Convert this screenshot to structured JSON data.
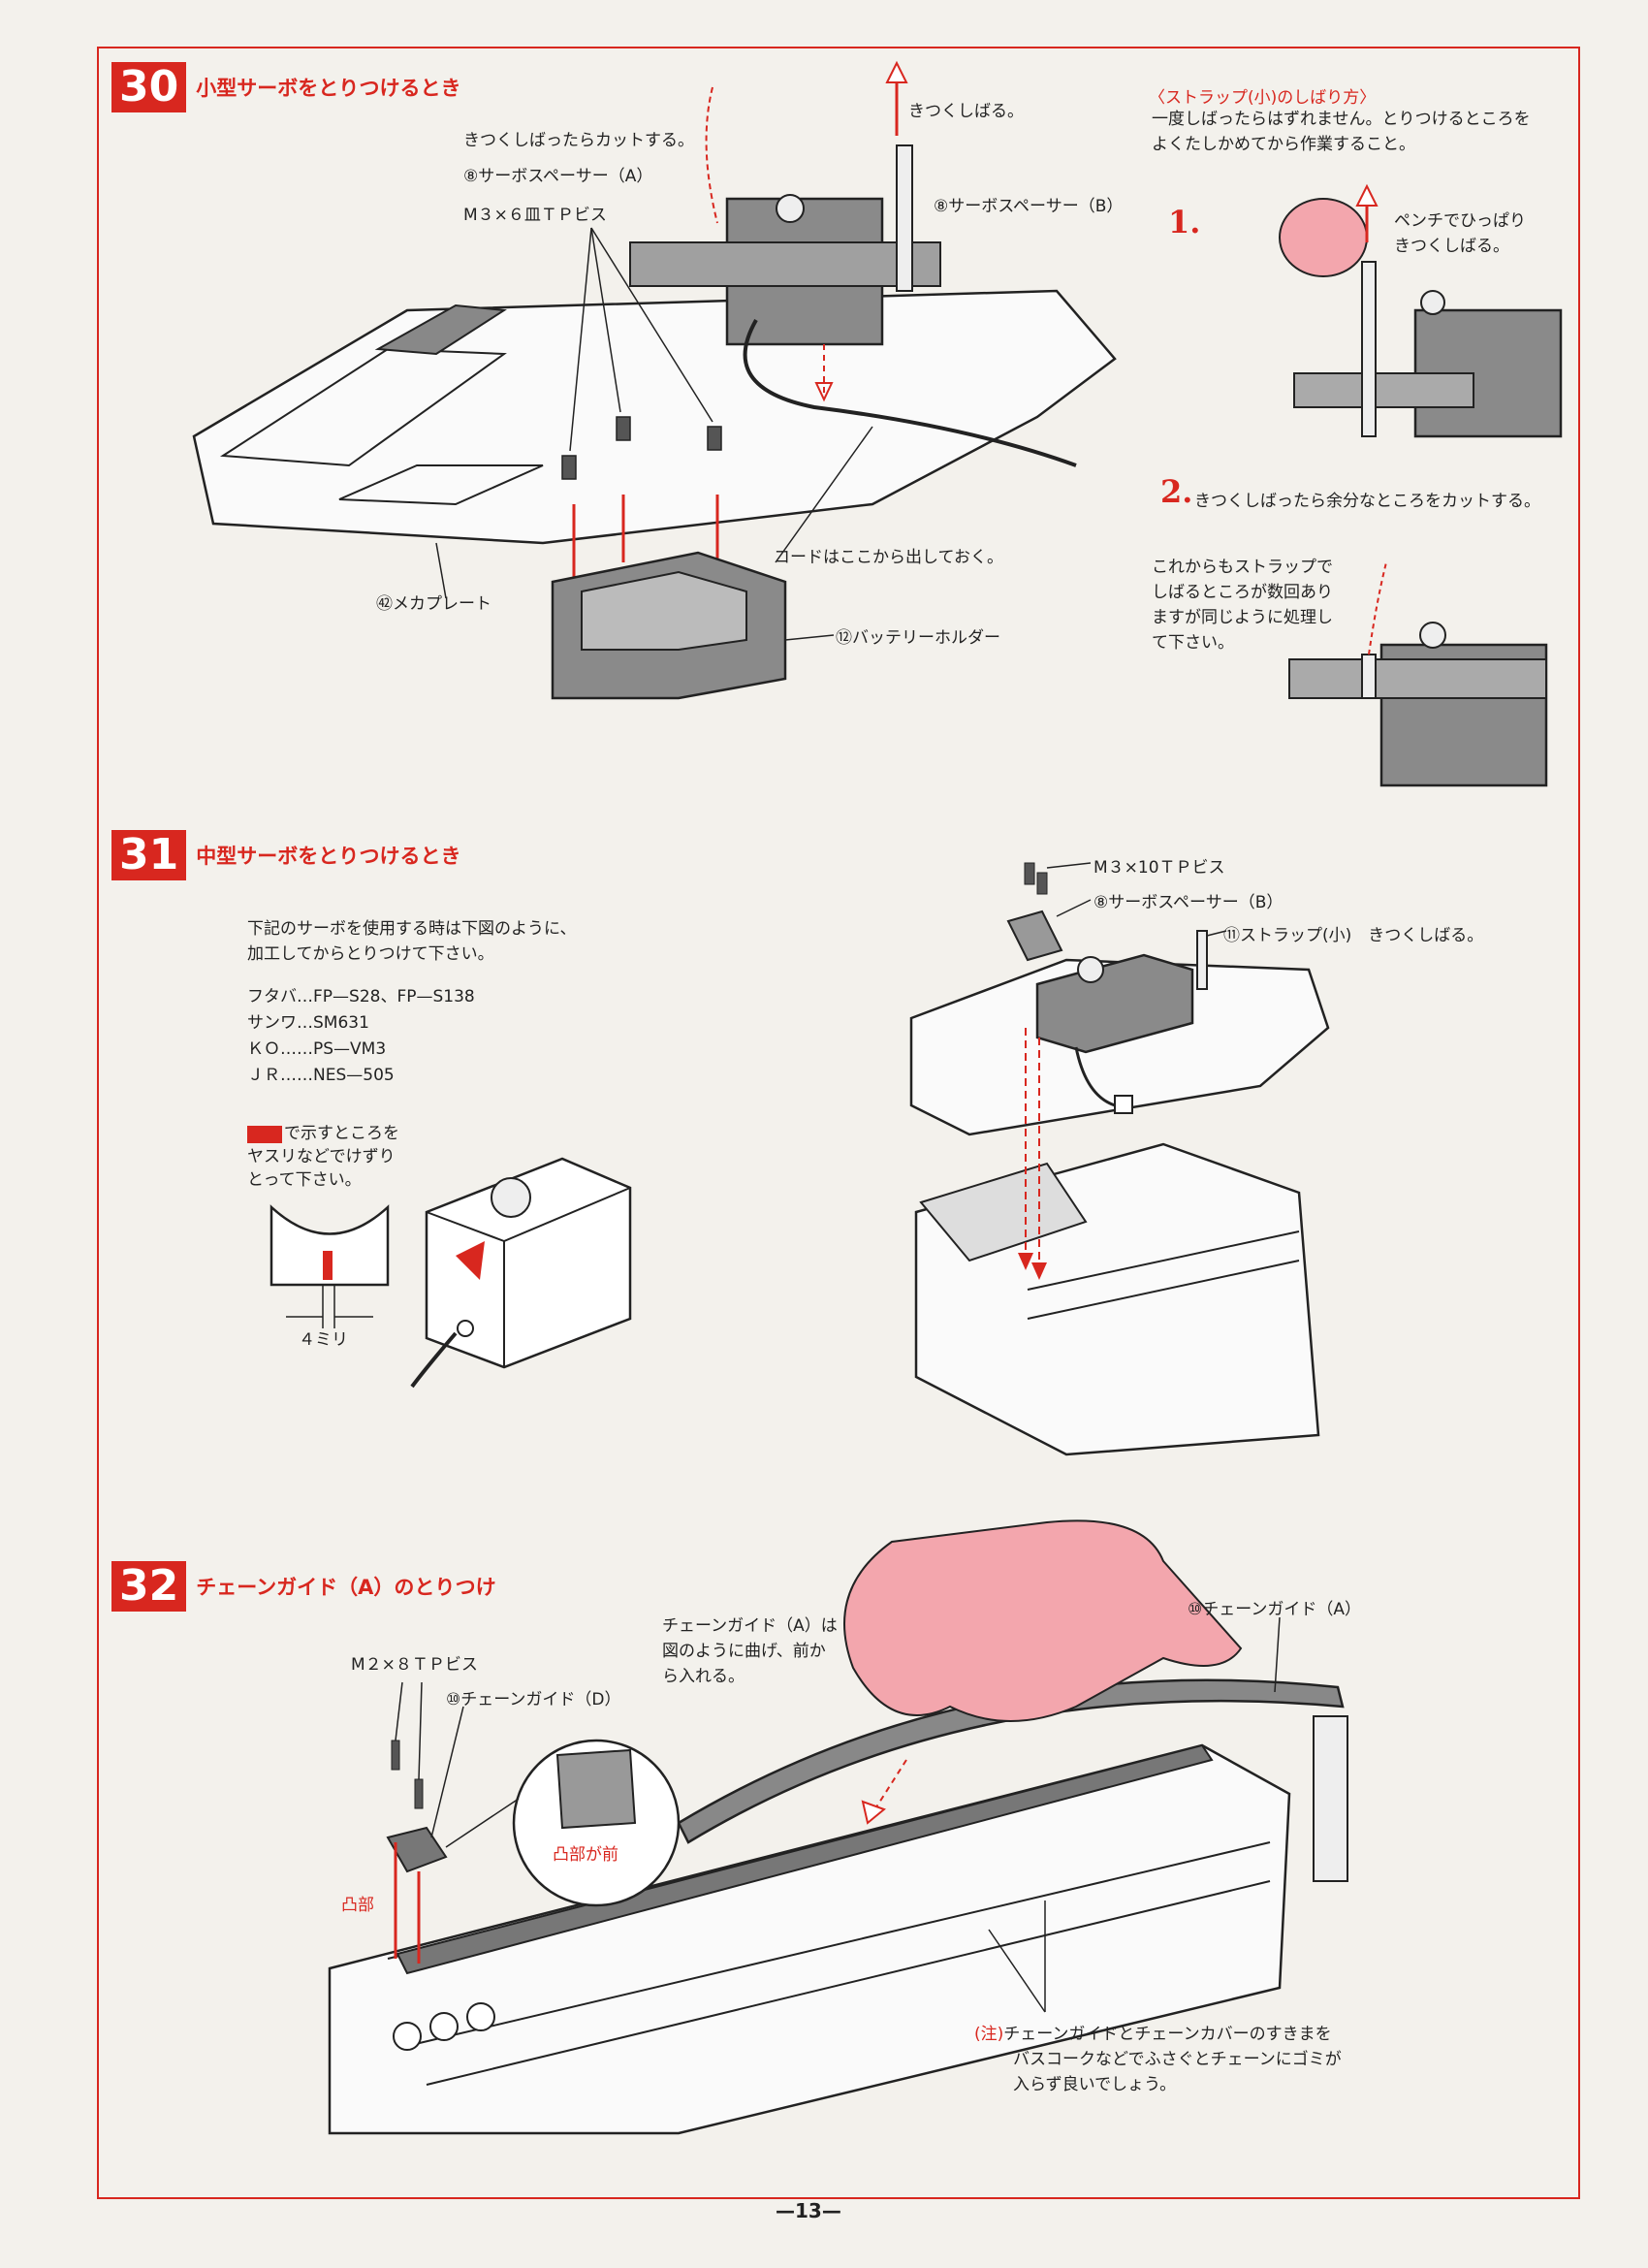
{
  "page_number": "—13—",
  "step30": {
    "number": "30",
    "title": "小型サーボをとりつけるとき",
    "labels": {
      "cut_after_tighten": "きつくしばったらカットする。",
      "servo_spacer_a": "⑧サーボスペーサー（A）",
      "screw_m3x6": "M３×６皿ＴＰビス",
      "tighten": "きつくしばる。",
      "servo_spacer_b": "⑧サーボスペーサー（B）",
      "cord_out": "コードはここから出しておく。",
      "mecha_plate": "㊷メカプレート",
      "battery_holder": "⑫バッテリーホルダー"
    }
  },
  "strap": {
    "title": "〈ストラップ(小)のしばり方〉",
    "intro": [
      "一度しばったらはずれません。とりつけるところを",
      "よくたしかめてから作業すること。"
    ],
    "step1_num": "1.",
    "step1_text": [
      "ペンチでひっぱり",
      "きつくしばる。"
    ],
    "step2_num": "2.",
    "step2_text": "きつくしばったら余分なところをカットする。",
    "note": [
      "これからもストラップで",
      "しばるところが数回あり",
      "ますが同じように処理し",
      "て下さい。"
    ]
  },
  "step31": {
    "number": "31",
    "title": "中型サーボをとりつけるとき",
    "intro": [
      "下記のサーボを使用する時は下図のように、",
      "加工してからとりつけて下さい。"
    ],
    "servo_list": [
      "フタバ…FP—S28、FP—S138",
      "サンワ…SM631",
      "ＫＯ……PS—VM3",
      "ＪＲ……NES—505"
    ],
    "file_note": [
      "で示すところを",
      "ヤスリなどでけずり",
      "とって下さい。"
    ],
    "dimension": "４ミリ",
    "labels": {
      "screw_m3x10": "M３×10ＴＰビス",
      "servo_spacer_b": "⑧サーボスペーサー（B）",
      "strap_small": "⑪ストラップ(小)　きつくしばる。"
    }
  },
  "step32": {
    "number": "32",
    "title": "チェーンガイド（A）のとりつけ",
    "labels": {
      "screw_m2x8": "M２×８ＴＰビス",
      "chain_guide_d": "⑩チェーンガイド（D）",
      "convex_front": "凸部が前",
      "convex": "凸部",
      "chain_guide_a": "⑩チェーンガイド（A）",
      "bend_instruction": [
        "チェーンガイド（A）は",
        "図のように曲げ、前か",
        "ら入れる。"
      ],
      "note_mark": "(注)",
      "note": [
        "チェーンガイドとチェーンカバーのすきまを",
        "バスコークなどでふさぐとチェーンにゴミが",
        "入らず良いでしょう。"
      ]
    }
  },
  "colors": {
    "accent": "#d8271f",
    "hand": "#f3a6ad",
    "ink": "#222222",
    "paper": "#f3f1ec"
  }
}
